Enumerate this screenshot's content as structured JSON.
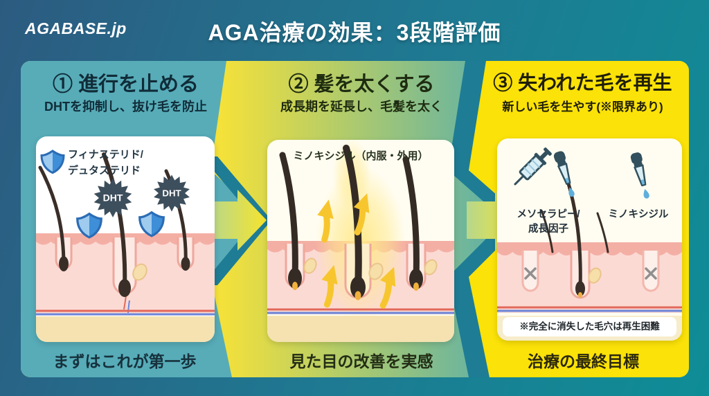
{
  "header": {
    "logo": "AGABASE.jp",
    "title": "AGA治療の効果：3段階評価"
  },
  "panels": [
    {
      "title": "① 進行を止める",
      "subtitle": "DHTを抑制し、抜け毛を防止",
      "caption": "まずはこれが第一歩",
      "card": {
        "drug_line1": "フィナステリド/",
        "drug_line2": "デュタステリド",
        "dht_badge": "DHT"
      }
    },
    {
      "title": "② 髪を太くする",
      "subtitle": "成長期を延長し、毛髪を太く",
      "caption": "見た目の改善を実感",
      "card": {
        "label": "ミノキシジル（内服・外用）"
      }
    },
    {
      "title": "③ 失われた毛を再生",
      "subtitle": "新しい毛を生やす(※限界あり)",
      "caption": "治療の最終目標",
      "card": {
        "label_left_line1": "メソセラピー/",
        "label_left_line2": "成長因子",
        "label_right": "ミノキシジル",
        "note": "※完全に消失した毛穴は再生困難"
      }
    }
  ],
  "icons": {
    "shield": "shield-icon",
    "dht": "dht-burst-icon",
    "syringe": "syringe-icon",
    "dropper": "dropper-icon",
    "step_arrow": "step-arrow-icon"
  },
  "colors": {
    "page_gradient_start": "#2C5B80",
    "page_gradient_end": "#0E8D96",
    "panel1_bg": "#57ACB8",
    "panel2_bg_start": "#F4E13A",
    "panel2_bg_end": "#63B2A4",
    "panel3_bg": "#FBE208",
    "ribbon_shadow": "#1E7C95",
    "arrow_yellow": "#F6E42C",
    "shield_blue": "#3E8ED8",
    "dht_slate": "#3D4E5C",
    "skin_pink": "#F4AFA5",
    "card_bg": "#FFFDF1"
  }
}
